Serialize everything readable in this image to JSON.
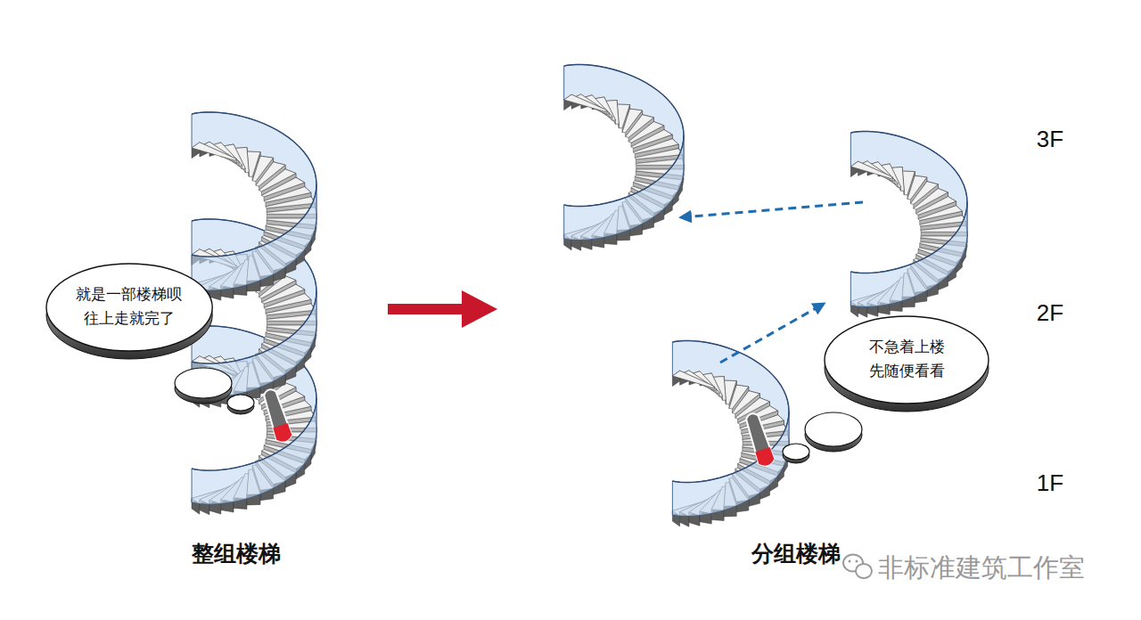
{
  "diagram": {
    "nodes": [
      {
        "text": [
          "就是一部楼梯呗 往上走就完了"
        ]
      },
      {
        "text": [
          "不急着上楼 先随便看看"
        ]
      }
    ],
    "labels": [
      "3F",
      "2F",
      "1F",
      "整组楼梯",
      "分组楼梯",
      "非标准建筑工作室"
    ]
  }
}
